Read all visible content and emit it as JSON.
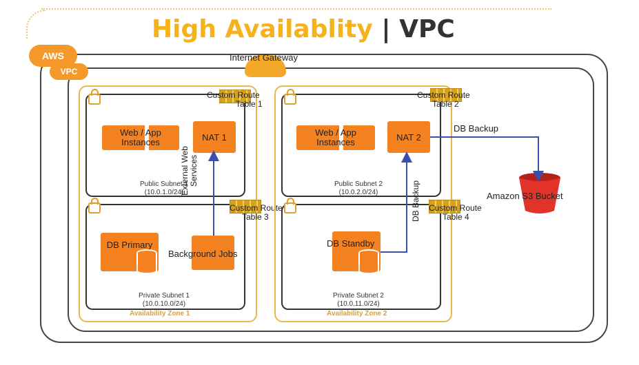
{
  "title": {
    "main": "High Availablity",
    "separator": "|",
    "sub": "VPC"
  },
  "regions": {
    "aws_label": "AWS",
    "vpc_label": "VPC",
    "internet_gateway": "Internet Gateway"
  },
  "zones": [
    {
      "label": "Availability Zone 1",
      "public_subnet": {
        "name": "Public Subnet 1",
        "cidr": "(10.0.1.0/24)"
      },
      "private_subnet": {
        "name": "Private Subnet 1",
        "cidr": "(10.0.10.0/24)"
      },
      "public_route": {
        "line1": "Custom Route",
        "line2": "Table 1"
      },
      "private_route": {
        "line1": "Custom Route",
        "line2": "Table 3"
      },
      "web_app": "Web / App Instances",
      "nat": "NAT 1",
      "db": "DB Primary",
      "jobs": "Background Jobs",
      "arrow_label": "External Web Services"
    },
    {
      "label": "Availability Zone 2",
      "public_subnet": {
        "name": "Public Subnet 2",
        "cidr": "(10.0.2.0/24)"
      },
      "private_subnet": {
        "name": "Private Subnet 2",
        "cidr": "(10.0.11.0/24)"
      },
      "public_route": {
        "line1": "Custom Route",
        "line2": "Table 2"
      },
      "private_route": {
        "line1": "Custom Route",
        "line2": "Table 4"
      },
      "web_app": "Web / App Instances",
      "nat": "NAT 2",
      "db": "DB Standby",
      "arrow_label": "DB Backup"
    }
  ],
  "s3": {
    "label": "Amazon S3 Bucket",
    "backup_label": "DB Backup"
  },
  "colors": {
    "orange": "#f58220",
    "gold": "#e8b64a",
    "arrow": "#3b4fb0",
    "s3_red": "#e2332b"
  }
}
